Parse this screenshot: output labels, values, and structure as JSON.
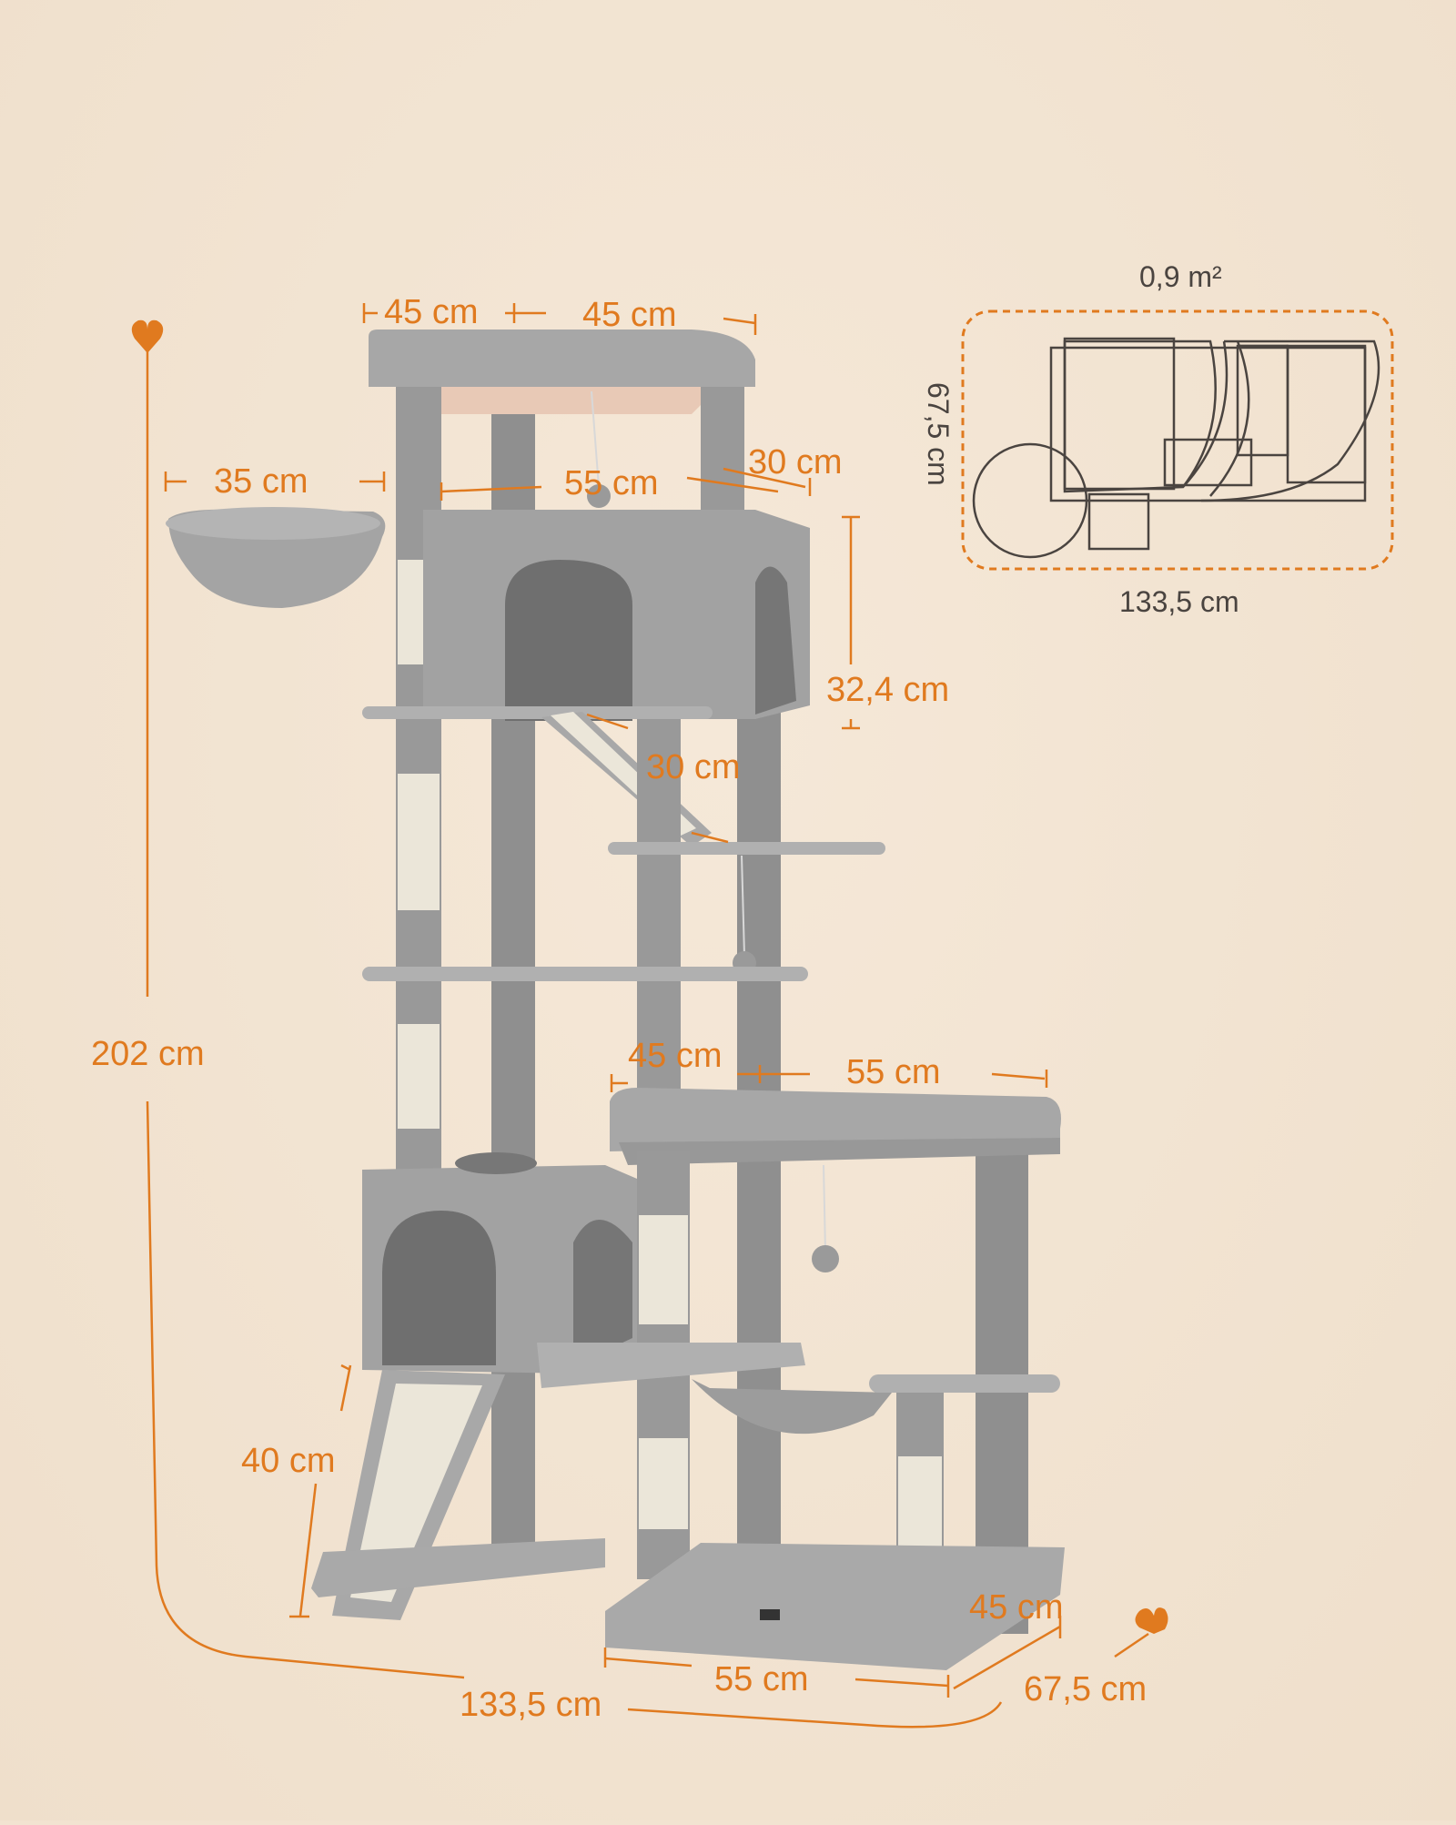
{
  "colors": {
    "accent": "#e07a1f",
    "background": "#f2e3d1",
    "plush": "#9c9c9c",
    "sisal": "#ebe6d9",
    "text_dark": "#4a4440"
  },
  "dimensions": {
    "total_height": "202 cm",
    "top_left_width": "45 cm",
    "top_right_width": "45 cm",
    "basket_width": "35 cm",
    "condo_width": "55 cm",
    "condo_depth": "30 cm",
    "condo_height": "32,4 cm",
    "ramp_length": "30 cm",
    "bed_left": "45 cm",
    "bed_right": "55 cm",
    "ramp_height": "40 cm",
    "base_width": "55 cm",
    "base_depth": "45 cm",
    "total_depth": "67,5 cm",
    "total_width": "133,5 cm"
  },
  "footprint": {
    "area": "0,9 m²",
    "depth": "67,5 cm",
    "width": "133,5 cm"
  }
}
